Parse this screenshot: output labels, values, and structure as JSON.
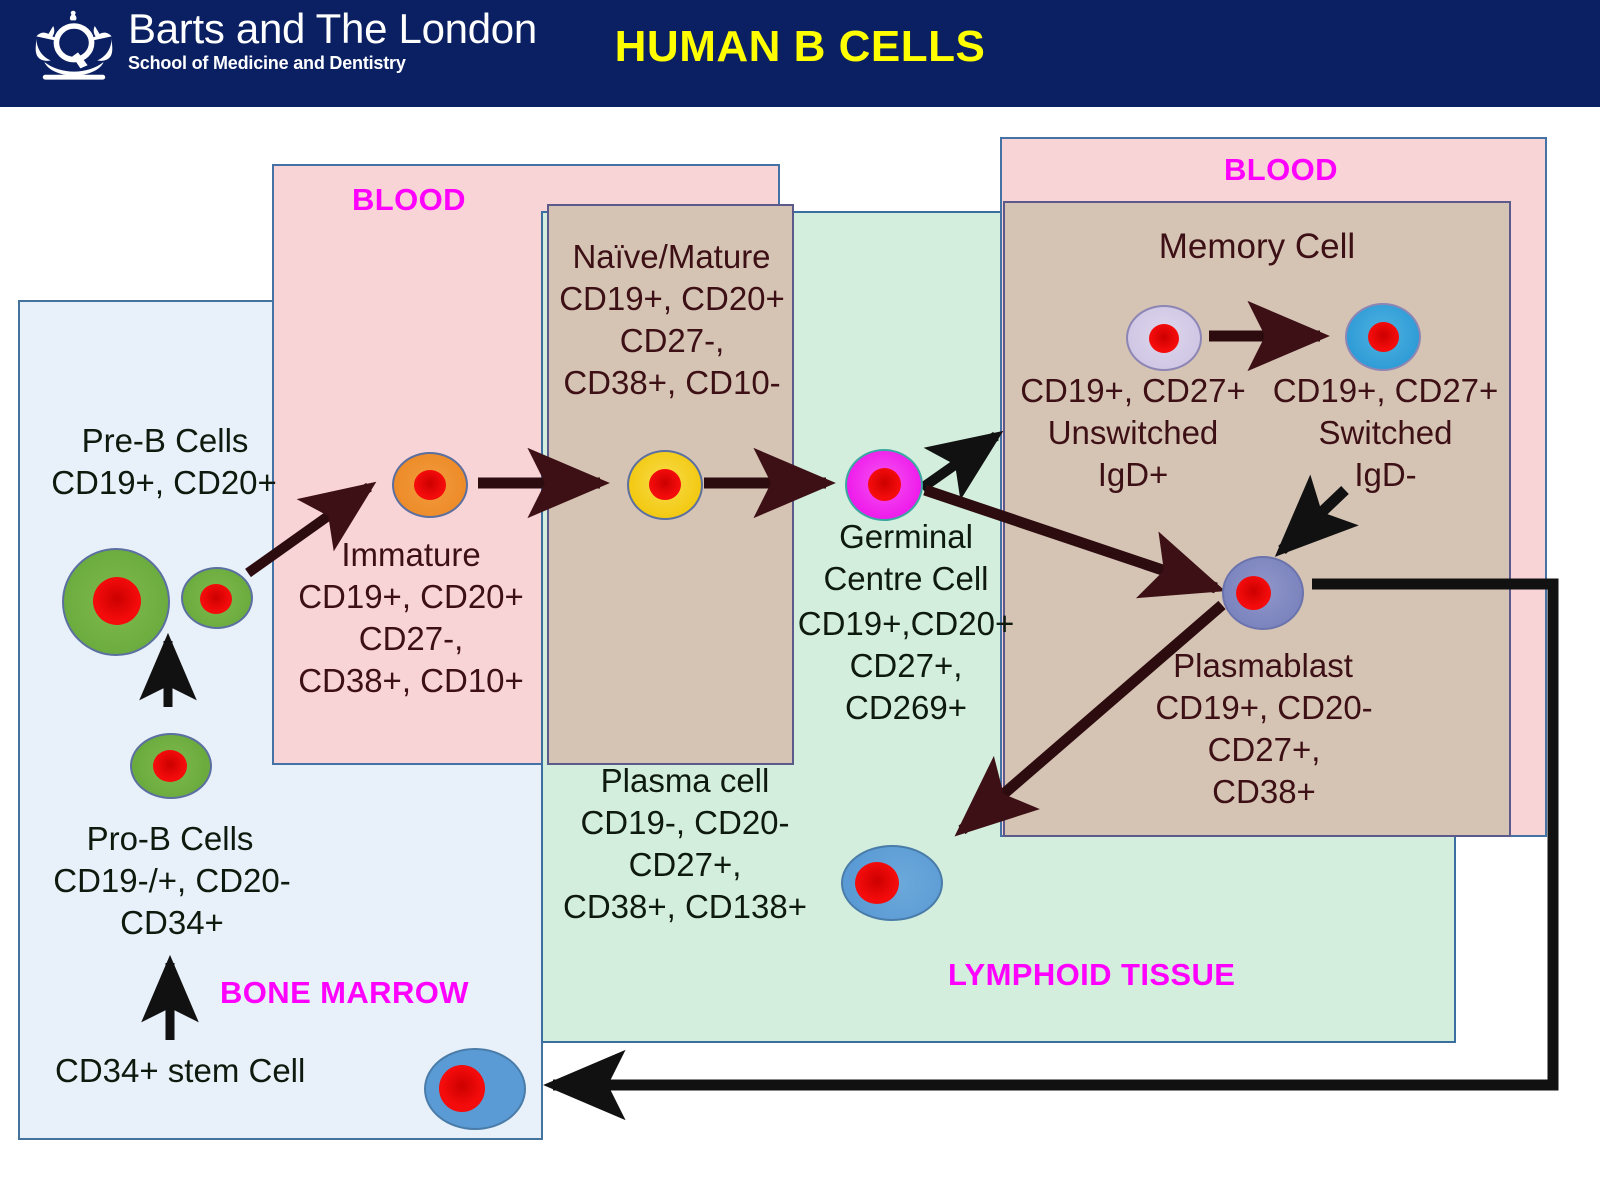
{
  "header": {
    "org_title": "Barts and The London",
    "org_subtitle": "School of Medicine and Dentistry",
    "page_title": "HUMAN B CELLS",
    "bg_color": "#0b2063",
    "title_color": "#ffff00"
  },
  "regions": {
    "bone_marrow": {
      "label": "BONE MARROW",
      "fill": "#e8f0f9",
      "border": "#44749d"
    },
    "blood_left": {
      "label": "BLOOD",
      "fill": "#f9d4d6",
      "border": "#4472a4"
    },
    "blood_right": {
      "label": "BLOOD",
      "fill": "#f9d4d6",
      "border": "#4472a4"
    },
    "lymphoid": {
      "label": "LYMPHOID TISSUE",
      "fill": "#d3eedd",
      "border": "#3a6f9f"
    },
    "naive_panel": {
      "fill": "#d5c3b4",
      "border": "#5b5a8a"
    },
    "memory_panel": {
      "fill": "#d5c3b4",
      "border": "#5b5a8a"
    },
    "label_color": "#ff00ff"
  },
  "cell_stages": {
    "stem": {
      "name": "CD34+ stem Cell",
      "markers": ""
    },
    "pro_b": {
      "name": "Pro-B Cells",
      "markers": "CD19-/+, CD20-\nCD34+"
    },
    "pre_b": {
      "name": "Pre-B Cells",
      "markers": "CD19+, CD20+"
    },
    "immature": {
      "name": "Immature",
      "markers": "CD19+, CD20+\nCD27-,\nCD38+, CD10+"
    },
    "naive": {
      "name": "Naïve/Mature",
      "markers": "CD19+, CD20+\nCD27-,\nCD38+, CD10-"
    },
    "germinal": {
      "name": "Germinal\nCentre Cell",
      "markers": "CD19+,CD20+\nCD27+,\nCD269+"
    },
    "plasma": {
      "name": "Plasma cell",
      "markers": "CD19-, CD20-\nCD27+,\nCD38+, CD138+"
    },
    "memory": {
      "name": "Memory Cell"
    },
    "memory_unswitched": {
      "markers": "CD19+, CD27+\nUnswitched\nIgD+"
    },
    "memory_switched": {
      "markers": "CD19+, CD27+\nSwitched\nIgD-"
    },
    "plasmablast": {
      "name": "Plasmablast",
      "markers": "CD19+, CD20-\nCD27+,\nCD38+"
    }
  },
  "cell_colors": {
    "green_cytoplasm": "#6bab3e",
    "blue_cytoplasm": "#5b9bd5",
    "orange_cytoplasm": "#ed8b28",
    "yellow_cytoplasm": "#f2c80f",
    "magenta_cytoplasm": "#ee18ea",
    "lavender_cytoplasm": "#cfc6e4",
    "steelblue_cytoplasm": "#2e9bd6",
    "periwinkle_cytoplasm": "#7b83be",
    "nucleus": "#f40b0b",
    "outline": "#5b6fa0"
  },
  "arrow_colors": {
    "black": "#111111",
    "maroon": "#3d1016"
  },
  "chart_data": {
    "type": "diagram",
    "title": "HUMAN B CELLS",
    "nodes": [
      "CD34+ stem Cell",
      "Pro-B Cells",
      "Pre-B Cells",
      "Immature",
      "Naïve/Mature",
      "Germinal Centre Cell",
      "Memory Cell",
      "Plasma cell",
      "Plasmablast"
    ],
    "edges": [
      "CD34+ stem Cell -> Pro-B Cells",
      "Pro-B Cells -> Pre-B Cells",
      "Pre-B Cells -> Immature",
      "Immature -> Naïve/Mature",
      "Naïve/Mature -> Germinal Centre Cell",
      "Germinal Centre Cell -> Memory Cell",
      "Germinal Centre Cell -> Plasmablast",
      "Germinal Centre Cell -> Plasma cell",
      "Memory unswitched -> Memory switched",
      "Memory switched -> Plasmablast",
      "Plasmablast -> CD34+ stem Cell compartment (bone marrow return)"
    ]
  }
}
